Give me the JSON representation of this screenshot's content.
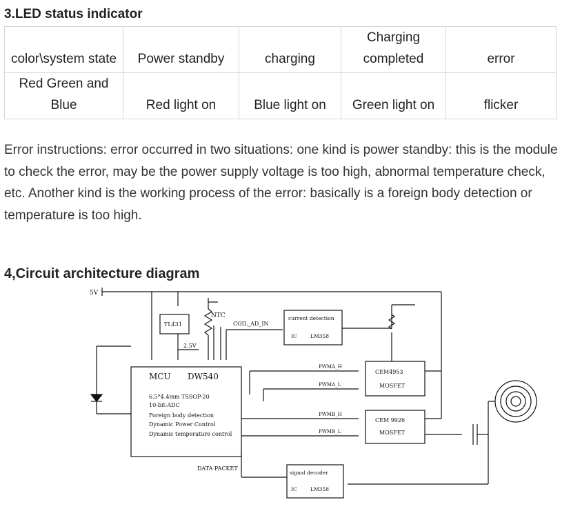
{
  "section3": {
    "title": "3.LED status indicator",
    "table": {
      "header": [
        "color\\system state",
        "Power standby",
        "charging",
        "Charging completed",
        "error"
      ],
      "row": [
        "Red Green and Blue",
        "Red light on",
        "Blue light on",
        "Green light on",
        "flicker"
      ]
    },
    "paragraph": "Error instructions: error occurred in two situations: one kind is power standby: this is the module to check the error, may be the power supply voltage is too high, abnormal temperature check, etc. Another kind is the working process of the error: basically is a foreign body detection or temperature is too high."
  },
  "section4": {
    "title": "4,Circuit architecture diagram",
    "diagram": {
      "supply": "5V",
      "ntc": "NTC",
      "tl431": "TL431",
      "v25": "2.5V",
      "coil_ad": "COIL_AD_IN",
      "current_detection": {
        "line1": "current detection",
        "line2_a": "IC",
        "line2_b": "LM358"
      },
      "mcu": {
        "name": "MCU",
        "part": "DW540",
        "lines": [
          "6.5*4.4mm TSSOP-20",
          "10-bit-ADC",
          "Foreign body detection",
          "Dynamic Power Control",
          "Dynamic temperature control"
        ]
      },
      "pwm": [
        "PWMA_H",
        "PWMA_L",
        "PWMB_H",
        "PWMB_L"
      ],
      "mos1": {
        "line1": "CEM4953",
        "line2": "MOSFET"
      },
      "mos2": {
        "line1": "CEM 9926",
        "line2": "MOSFET"
      },
      "data_packet": "DATA PACKET",
      "signal_decoder": {
        "line1": "signal decoder",
        "line2_a": "IC",
        "line2_b": "LM358"
      }
    }
  }
}
